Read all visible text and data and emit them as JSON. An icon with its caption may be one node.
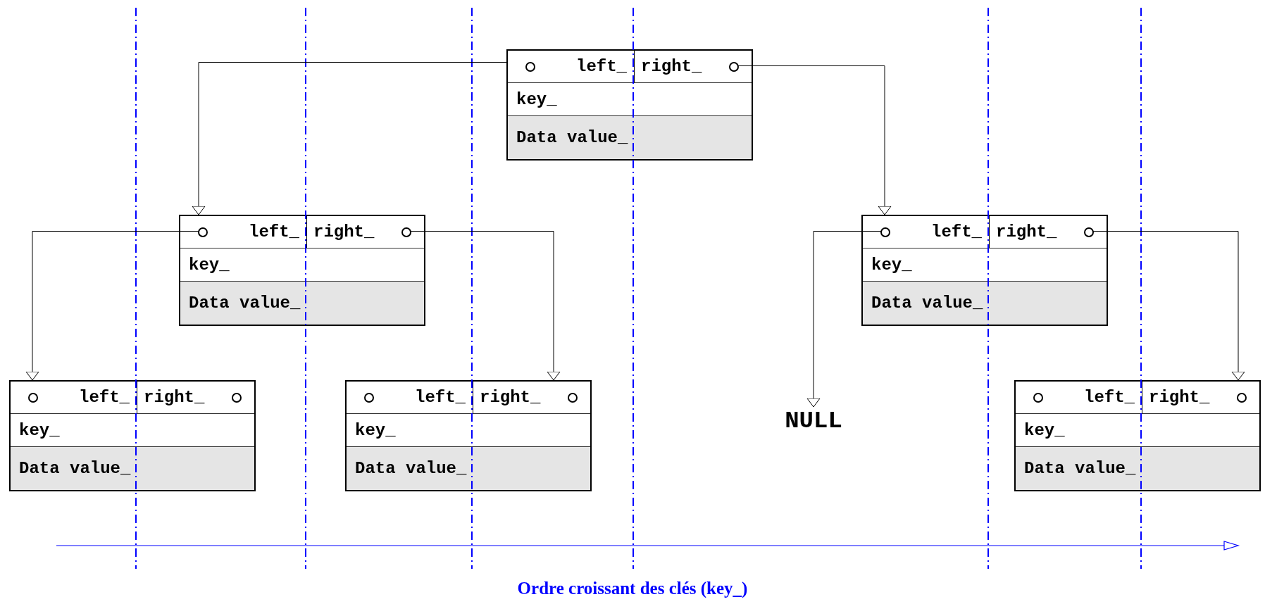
{
  "diagram": {
    "nodes": [
      {
        "text": [
          "left_",
          "right_",
          "key_",
          "Data value_"
        ]
      },
      {
        "text": [
          "left_",
          "right_",
          "key_",
          "Data value_"
        ]
      },
      {
        "text": [
          "left_",
          "right_",
          "key_",
          "Data value_"
        ]
      },
      {
        "text": [
          "left_",
          "right_",
          "key_",
          "Data value_"
        ]
      },
      {
        "text": [
          "left_",
          "right_",
          "key_",
          "Data value_"
        ]
      },
      {
        "text": [
          "NULL"
        ]
      },
      {
        "text": [
          "left_",
          "right_",
          "key_",
          "Data value_"
        ]
      }
    ],
    "edges": [
      {
        "from": 0,
        "to": 1,
        "arrow": "to"
      },
      {
        "from": 0,
        "to": 2,
        "arrow": "to"
      },
      {
        "from": 1,
        "to": 3,
        "arrow": "to"
      },
      {
        "from": 1,
        "to": 4,
        "arrow": "to"
      },
      {
        "from": 2,
        "to": 5,
        "arrow": "to"
      },
      {
        "from": 2,
        "to": 6,
        "arrow": "to"
      }
    ],
    "labels": [
      "Ordre croissant des clés (key_)"
    ]
  }
}
